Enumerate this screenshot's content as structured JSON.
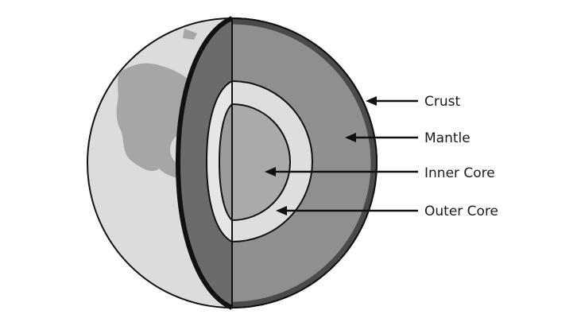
{
  "labels": {
    "crust": "Crust",
    "mantle": "Mantle",
    "inner_core": "Inner Core",
    "outer_core": "Outer Core"
  },
  "colors": {
    "surface": "#dcdcdc",
    "land": "#a6a6a6",
    "crust": "#4a4a4a",
    "mantle_front": "#8f8f8f",
    "mantle_side": "#6b6b6b",
    "outer_core": "#dedede",
    "inner_core": "#aaaaaa",
    "outline": "#111111"
  }
}
